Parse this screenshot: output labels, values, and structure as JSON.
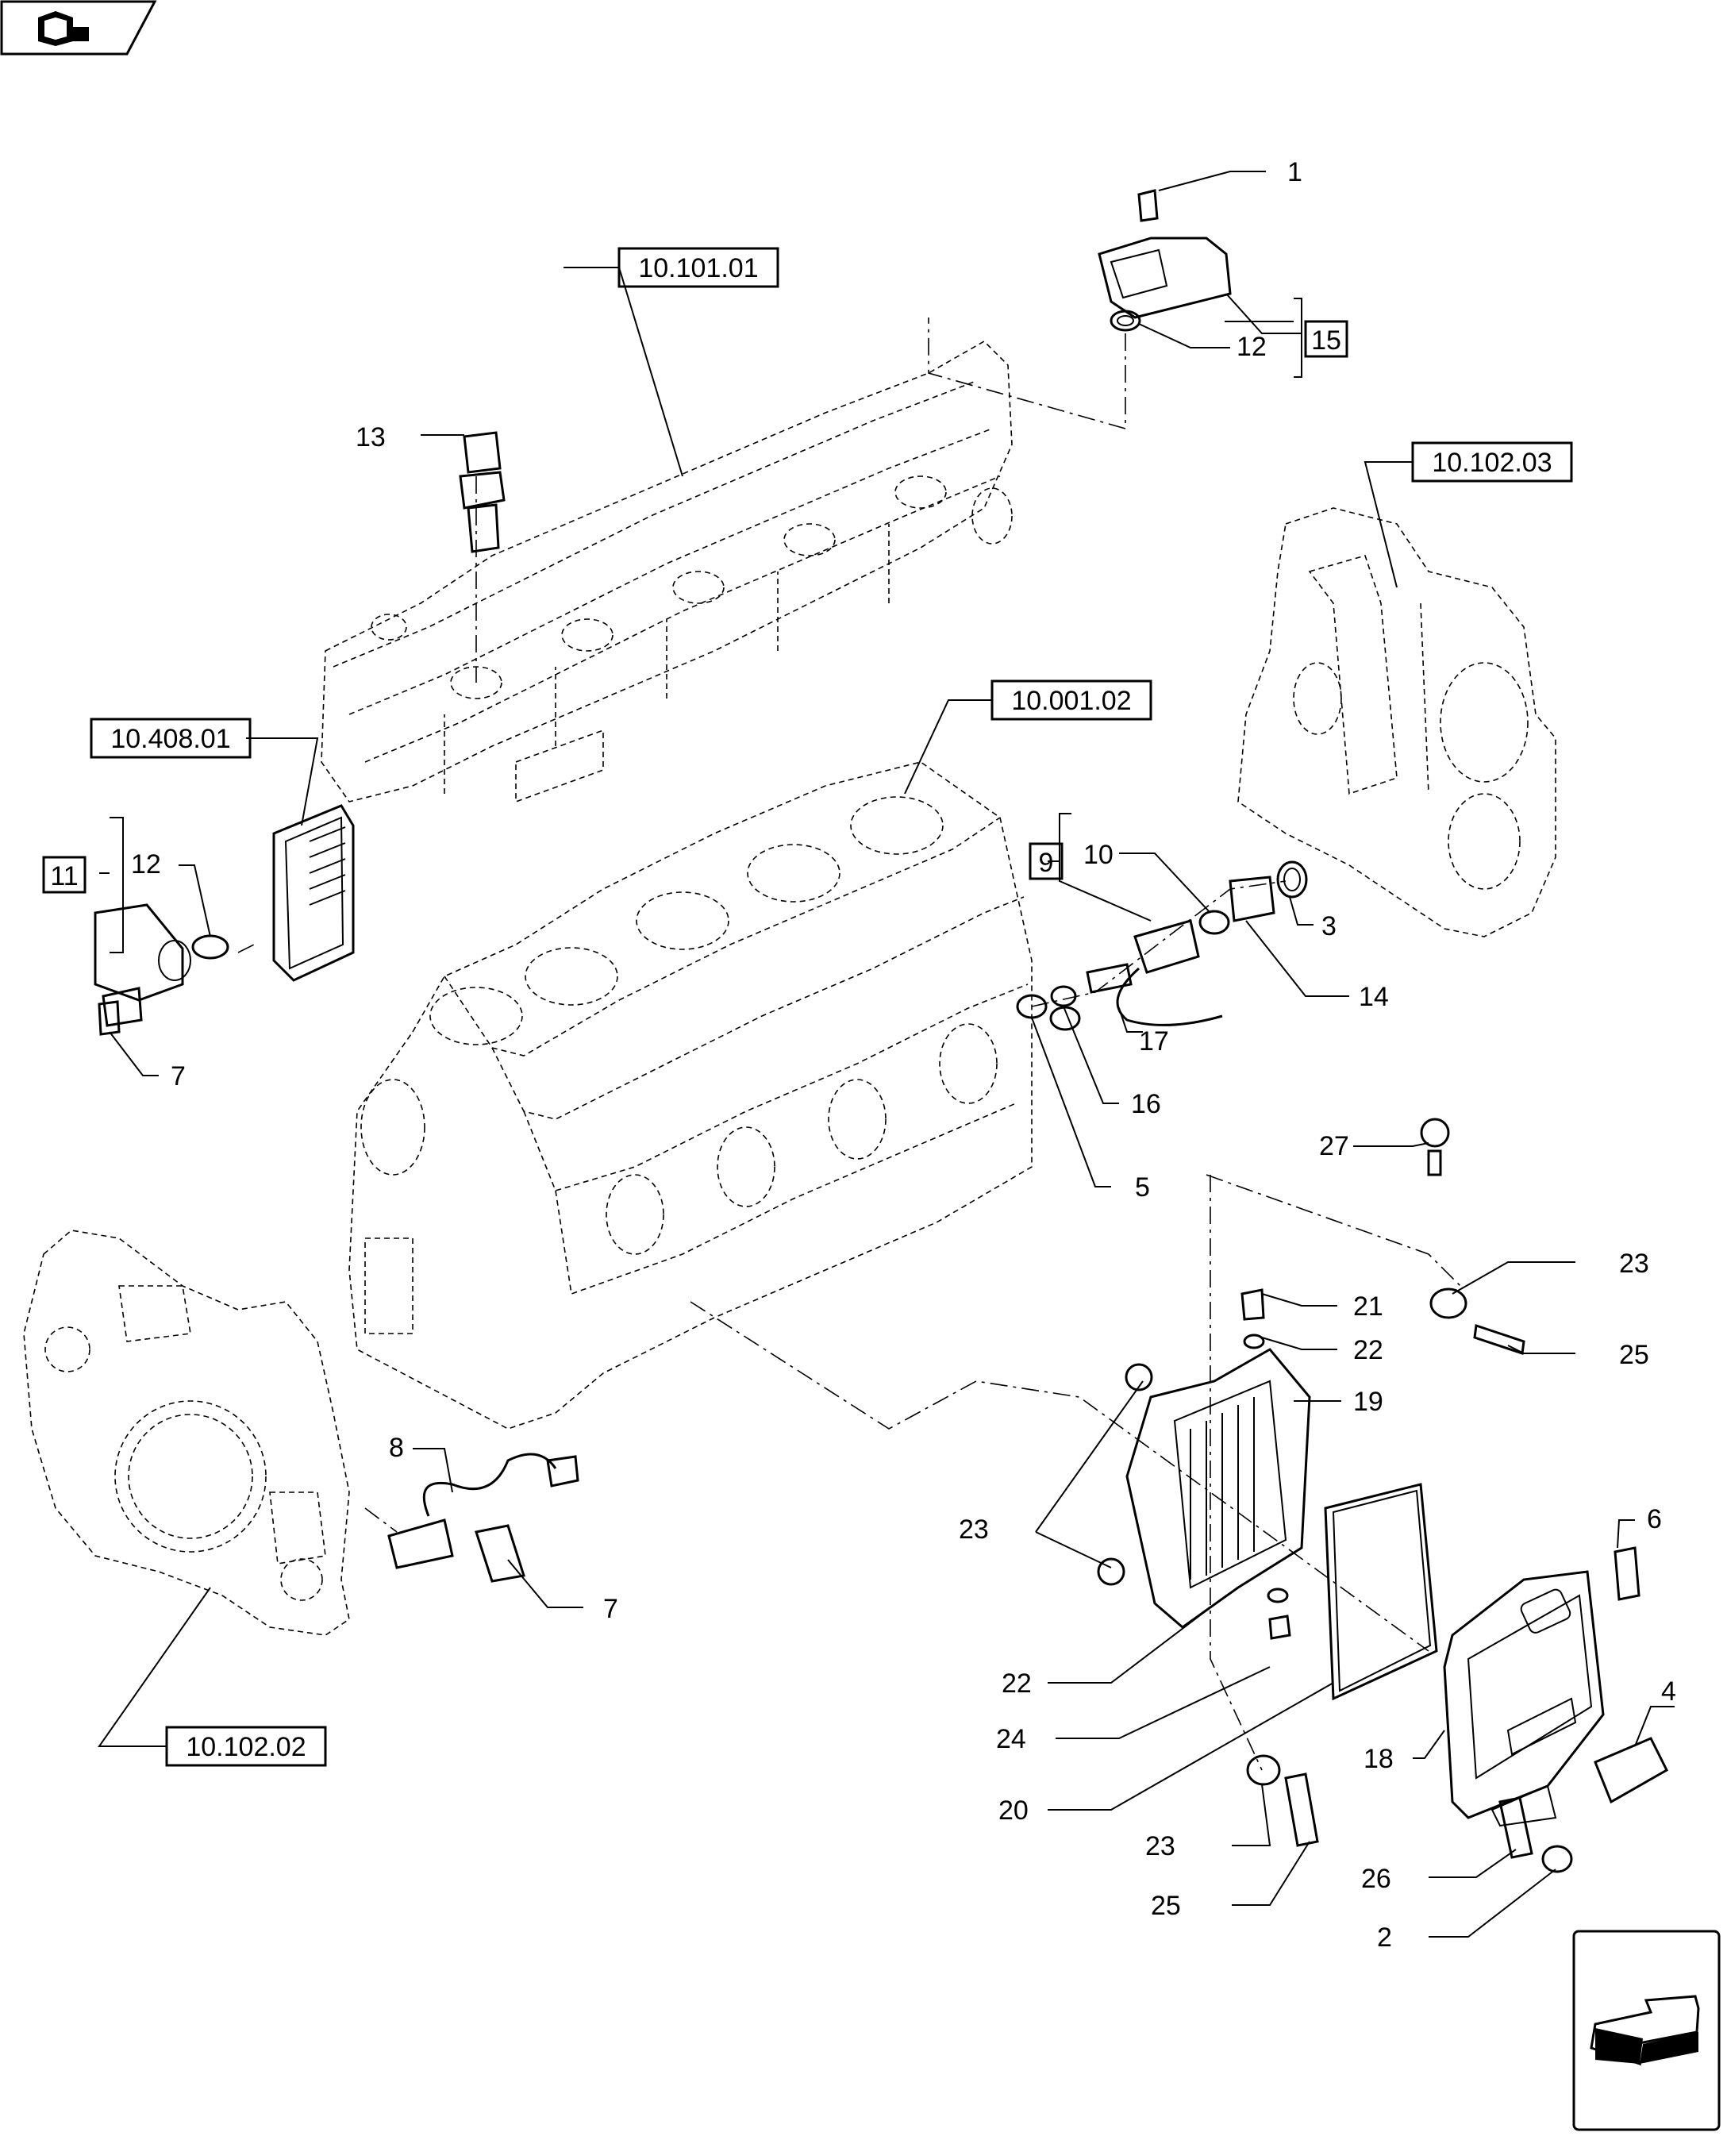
{
  "diagram": {
    "reference_boxes": [
      "10.101.01",
      "10.102.03",
      "10.408.01",
      "10.001.02",
      "10.102.02"
    ],
    "group_boxes": [
      "15",
      "11",
      "9"
    ],
    "callouts": [
      "1",
      "12",
      "13",
      "10",
      "3",
      "14",
      "17",
      "16",
      "5",
      "12",
      "7",
      "27",
      "23",
      "21",
      "22",
      "25",
      "19",
      "8",
      "7",
      "23",
      "6",
      "22",
      "24",
      "20",
      "23",
      "18",
      "4",
      "25",
      "26",
      "2"
    ],
    "nav": {
      "top_icon": "book-arrow-icon",
      "bottom_icon": "arrow-down-left-icon"
    }
  }
}
